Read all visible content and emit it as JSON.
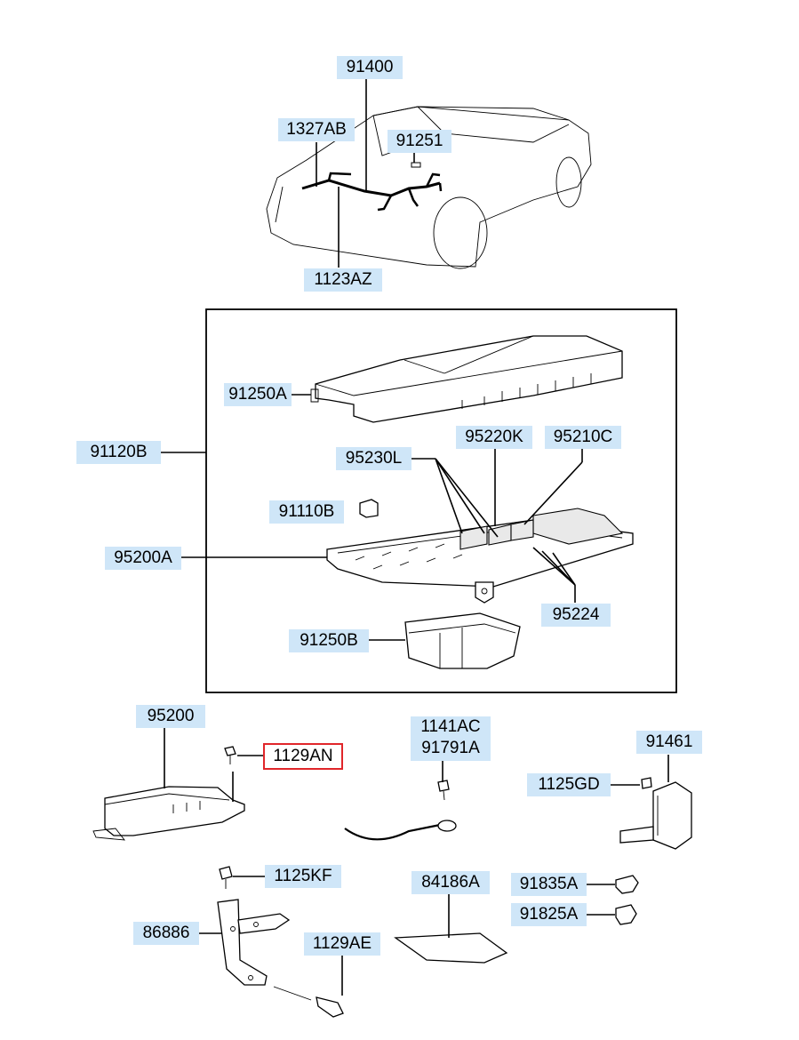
{
  "labels": {
    "p91400": "91400",
    "p1327AB": "1327AB",
    "p91251": "91251",
    "p1123AZ": "1123AZ",
    "p91250A": "91250A",
    "p91120B": "91120B",
    "p95230L": "95230L",
    "p95220K": "95220K",
    "p95210C": "95210C",
    "p91110B": "91110B",
    "p95200A": "95200A",
    "p95224": "95224",
    "p91250B": "91250B",
    "p95200": "95200",
    "p1129AN": "1129AN",
    "p1141AC": "1141AC",
    "p91791A": "91791A",
    "p91461": "91461",
    "p1125GD": "1125GD",
    "p1125KF": "1125KF",
    "p84186A": "84186A",
    "p91835A": "91835A",
    "p91825A": "91825A",
    "p86886": "86886",
    "p1129AE": "1129AE"
  },
  "selected_part": "1129AN",
  "colors": {
    "label_bg": "#cfe6f8",
    "selected_outline": "#e0262a"
  }
}
